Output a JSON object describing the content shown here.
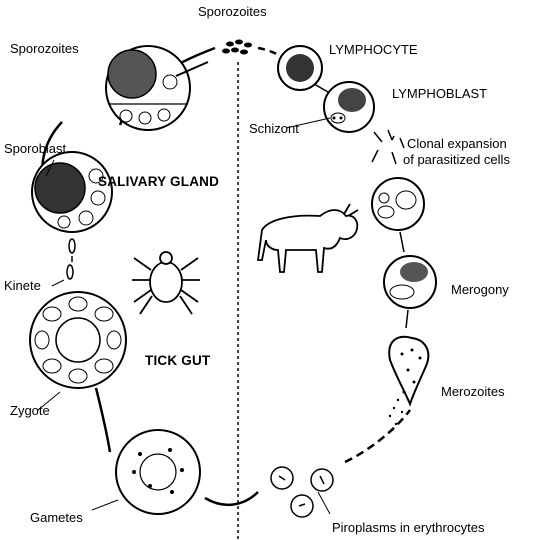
{
  "labels": {
    "sporozoites_top": "Sporozoites",
    "sporozoites_left": "Sporozoites",
    "sporoblast": "Sporoblast",
    "salivary_gland": "SALIVARY GLAND",
    "kinete": "Kinete",
    "tick_gut": "TICK GUT",
    "zygote": "Zygote",
    "gametes": "Gametes",
    "lymphocyte": "LYMPHOCYTE",
    "lymphoblast": "LYMPHOBLAST",
    "schizont": "Schizont",
    "clonal_line1": "Clonal expansion",
    "clonal_line2": "of parasitized cells",
    "merogony": "Merogony",
    "merozoites": "Merozoites",
    "piroplasms": "Piroplasms in erythrocytes"
  }
}
